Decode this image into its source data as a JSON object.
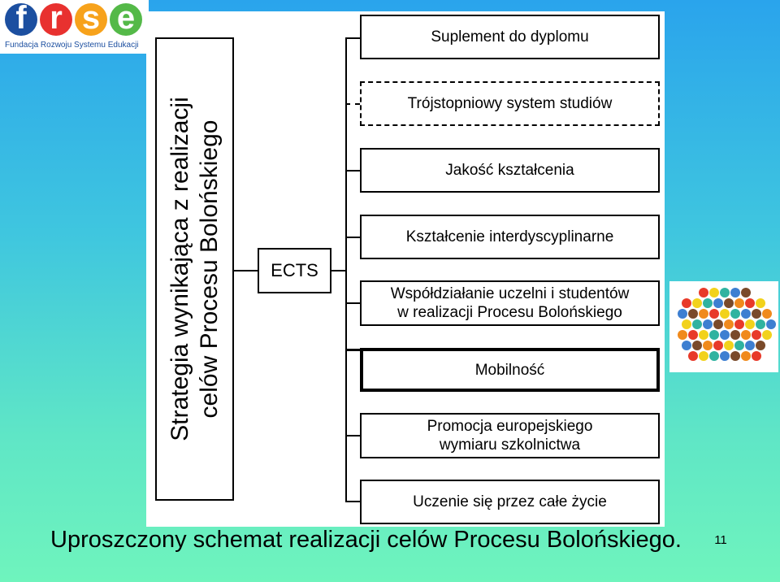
{
  "logo": {
    "letters": [
      {
        "char": "f",
        "color": "#1c4fa0"
      },
      {
        "char": "r",
        "color": "#e8312f"
      },
      {
        "char": "s",
        "color": "#f7a21b"
      },
      {
        "char": "e",
        "color": "#54b948"
      }
    ],
    "subtitle": "Fundacja Rozwoju Systemu Edukacji"
  },
  "diagram": {
    "strategy_line1": "Strategia wynikająca z realizacji",
    "strategy_line2": "celów Procesu Bolońskiego",
    "ects": "ECTS",
    "items": [
      {
        "label": "Suplement do dyplomu",
        "style": "solid"
      },
      {
        "label": "Trójstopniowy system studiów",
        "style": "dashed"
      },
      {
        "label": "Jakość kształcenia",
        "style": "solid"
      },
      {
        "label": "Kształcenie interdyscyplinarne",
        "style": "solid"
      },
      {
        "label": "Współdziałanie uczelni i studentów\nw realizacji Procesu Bolońskiego",
        "style": "solid"
      },
      {
        "label": "Mobilność",
        "style": "bold"
      },
      {
        "label": "Promocja europejskiego\nwymiaru szkolnictwa",
        "style": "solid"
      },
      {
        "label": "Uczenie się przez całe życie",
        "style": "solid"
      }
    ]
  },
  "caption": "Uproszczony schemat realizacji celów Procesu Bolońskiego.",
  "page_number": "11"
}
